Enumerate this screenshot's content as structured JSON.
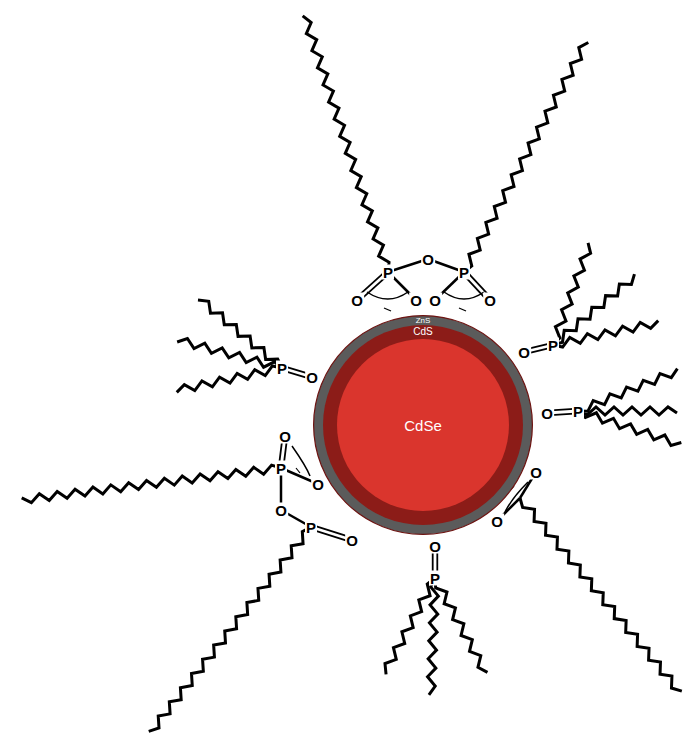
{
  "diagram": {
    "nodes": [
      {
        "text": [
          "ZnS"
        ]
      },
      {
        "text": [
          "CdS"
        ],
        "in": 0
      },
      {
        "text": [
          "CdSe"
        ],
        "in": 1
      }
    ],
    "labels": [
      "P",
      "O",
      "P",
      "O",
      "O",
      "O",
      "O",
      "O",
      "P",
      "O",
      "P",
      "O",
      "O",
      "O",
      "P",
      "O",
      "P",
      "O",
      "O",
      "P",
      "O",
      "P",
      "O"
    ]
  }
}
